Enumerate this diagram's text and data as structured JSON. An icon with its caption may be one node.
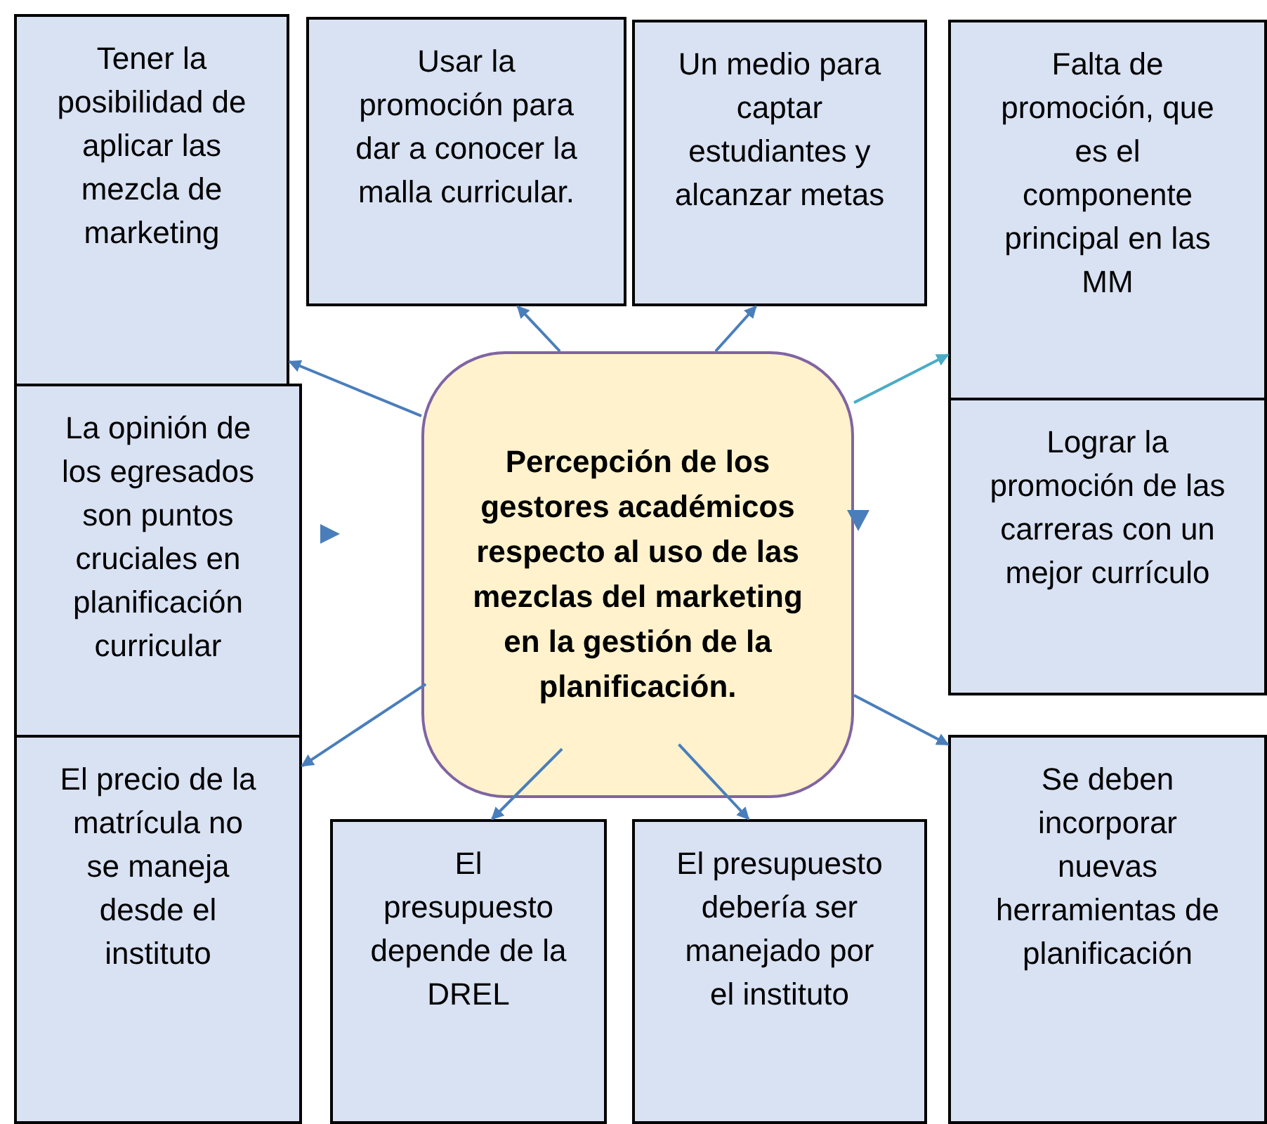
{
  "diagram": {
    "nodes": [
      {
        "text": [
          "Tener la posibilidad de aplicar las mezcla de marketing"
        ]
      },
      {
        "text": [
          "Usar la promoción para dar a conocer la malla curricular."
        ]
      },
      {
        "text": [
          "Un medio para captar estudiantes y alcanzar metas"
        ]
      },
      {
        "text": [
          "Falta de promoción, que es el componente principal en las MM"
        ]
      },
      {
        "text": [
          "La opinión de los egresados son puntos cruciales en planificación curricular"
        ]
      },
      {
        "text": [
          "Percepción de los gestores académicos respecto al uso de las mezclas del marketing en la gestión de la planificación."
        ]
      },
      {
        "text": [
          "Lograr la promoción de las carreras con un mejor currículo"
        ]
      },
      {
        "text": [
          "El precio de la matrícula no se maneja desde el instituto"
        ]
      },
      {
        "text": [
          "El presupuesto depende de la DREL"
        ]
      },
      {
        "text": [
          "El presupuesto debería ser manejado por el instituto"
        ]
      },
      {
        "text": [
          "Se deben incorporar nuevas herramientas de planificación"
        ]
      }
    ],
    "edges": [
      {
        "from": 5,
        "to": 0,
        "arrow": "to"
      },
      {
        "from": 5,
        "to": 1,
        "arrow": "to"
      },
      {
        "from": 5,
        "to": 2,
        "arrow": "to"
      },
      {
        "from": 5,
        "to": 3,
        "arrow": "to",
        "color": "#4bacc6"
      },
      {
        "from": 5,
        "to": 7,
        "arrow": "to"
      },
      {
        "from": 5,
        "to": 8,
        "arrow": "to"
      },
      {
        "from": 5,
        "to": 9,
        "arrow": "to"
      },
      {
        "from": 5,
        "to": 10,
        "arrow": "to"
      }
    ]
  }
}
